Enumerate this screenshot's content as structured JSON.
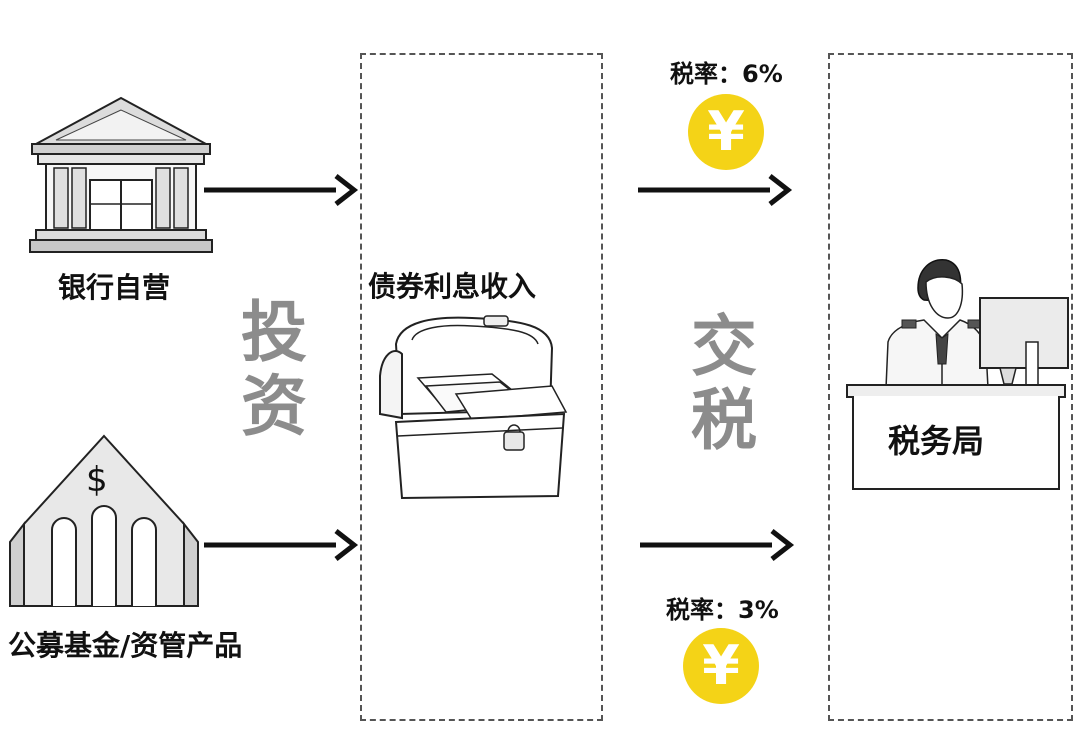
{
  "sources": {
    "bank_label": "银行自营",
    "fund_label": "公募基金/资管产品",
    "fund_sign": "$"
  },
  "flow": {
    "invest_chars": [
      "投",
      "资"
    ],
    "tax_chars": [
      "交",
      "税"
    ]
  },
  "income": {
    "label": "债券利息收入"
  },
  "tax": {
    "rate_bank": "税率：6%",
    "rate_fund": "税率：3%",
    "currency_symbol": "¥",
    "coin_color": "#f4d317"
  },
  "tax_bureau": {
    "desk_label": "税务局"
  }
}
